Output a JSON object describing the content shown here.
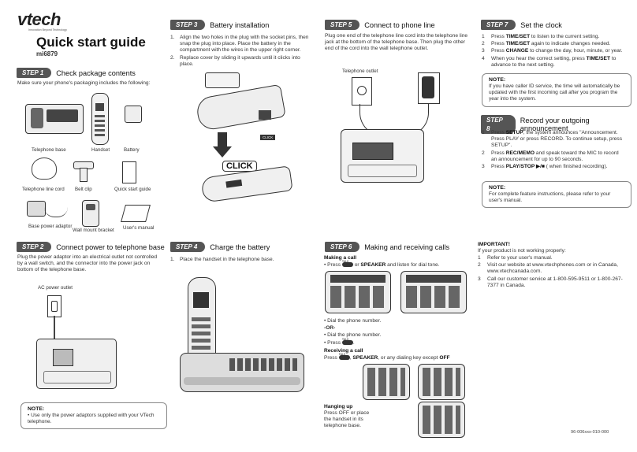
{
  "brand": {
    "name": "vtech",
    "tagline": "Innovation Beyond Technology"
  },
  "title": "Quick start guide",
  "model": "mi6879",
  "step1": {
    "badge": "STEP 1",
    "title": "Check package contents",
    "text": "Make sure your phone's packaging includes the following:",
    "items": [
      "Telephone base",
      "Handset",
      "Battery",
      "Telephone line cord",
      "Belt clip",
      "Quick start guide",
      "Base power adaptor",
      "Wall mount bracket",
      "User's manual"
    ]
  },
  "step2": {
    "badge": "STEP 2",
    "title": "Connect power to telephone base",
    "text": "Plug the power adaptor into an electrical outlet not controlled by a wall switch, and the connector into the power jack on bottom of the telephone base.",
    "outlet_label": "AC power outlet",
    "note_title": "NOTE:",
    "note_text": "Use only the power adaptors supplied with your VTech telephone."
  },
  "step3": {
    "badge": "STEP 3",
    "title": "Battery installation",
    "items": [
      "Align the two holes in the plug with the socket pins, then snap the plug into place. Place the battery in the compartment with the wires in the upper right corner.",
      "Replace cover by sliding it upwards until it clicks into place."
    ],
    "click_small": "CLICK",
    "click_big": "CLICK"
  },
  "step4": {
    "badge": "STEP 4",
    "title": "Charge the battery",
    "items": [
      "Place the handset in the telephone base."
    ]
  },
  "step5": {
    "badge": "STEP 5",
    "title": "Connect to phone line",
    "text": "Plug one end of the telephone line cord into the telephone line jack at the bottom of the telephone base. Then plug the other end of the cord into the wall telephone outlet.",
    "outlet_label": "Telephone outlet"
  },
  "step6": {
    "badge": "STEP 6",
    "title": "Making and receiving calls",
    "making_title": "Making a call",
    "press": "Press",
    "or": "or",
    "speaker": "SPEAKER",
    "dial_tone_tail": "and listen for dial tone.",
    "dial": "Dial the phone number.",
    "or_line": "-OR-",
    "dial2": "Dial the phone number.",
    "press2": "Press",
    "receiving_title": "Receiving a call",
    "recv_press": "Press",
    "recv_speaker": "SPEAKER",
    "recv_tail": ", or any dialing key except",
    "recv_off": "OFF",
    "talk_small": "TALK",
    "hangup_title": "Hanging up",
    "hangup_text": "Press OFF or place the handset in its telephone base."
  },
  "step7": {
    "badge": "STEP 7",
    "title": "Set the clock",
    "items": [
      {
        "n": "1",
        "a": "Press ",
        "k": "TIME/SET",
        "b": " to listen to the current setting."
      },
      {
        "n": "2",
        "a": "Press ",
        "k": "TIME/SET",
        "b": " again to indicate changes needed."
      },
      {
        "n": "3",
        "a": "Press ",
        "k": "CHANGE",
        "b": " to change the day, hour, minute, or year."
      },
      {
        "n": "4",
        "a": "When you hear the correct setting, press ",
        "k": "TIME/SET",
        "b": " to advance to the next setting."
      }
    ],
    "note_title": "NOTE:",
    "note_text": "If you have caller ID service, the time will automatically be updated with the first incoming call after you program the year into the system."
  },
  "step8": {
    "badge": "STEP 8",
    "title": "Record your outgoing announcement",
    "items": [
      {
        "n": "1",
        "a": "Press ",
        "k": "SETUP",
        "b": ", the system announces \"Announcement. Press PLAY or press RECORD. To continue setup, press SETUP\"."
      },
      {
        "n": "2",
        "a": "Press ",
        "k": "REC/MEMO",
        "b": " and speak toward the MIC to record an announcement for up to 90 seconds."
      },
      {
        "n": "3",
        "a": "Press ",
        "k": "PLAY/STOP ▶/■",
        "b": " ( when finished recording)."
      }
    ],
    "note_title": "NOTE:",
    "note_text": "For complete feature instructions, please refer to your user's manual."
  },
  "important": {
    "title": "IMPORTANT!",
    "intro": "If your product is not working properly:",
    "items": [
      "Refer to your user's manual.",
      "Visit our website at www.vtechphones.com or in Canada, www.vtechcanada.com.",
      "Call our customer service at 1-800-595-9511 or 1-800-267-7377 in Canada."
    ]
  },
  "part_number": "96-006xxx-010-000"
}
